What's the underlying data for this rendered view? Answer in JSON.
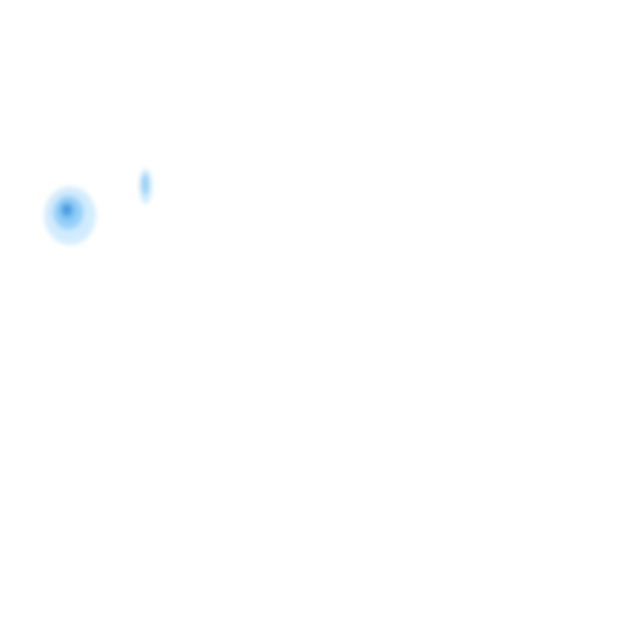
{
  "chart_data": {
    "type": "heatmap",
    "title": "",
    "xlabel": "",
    "ylabel": "",
    "grid": false,
    "legend": "none",
    "xlim": [
      0,
      10
    ],
    "ylim": [
      0,
      10
    ],
    "colors": {
      "background": "#ffffff",
      "density_low": "#cdeafd",
      "density_mid": "#7fc6f5",
      "density_high": "#3b8fd8"
    },
    "clusters": [
      {
        "center": [
          1.12,
          6.55
        ],
        "spread": [
          0.32,
          0.36
        ],
        "peak_density": 1.0
      },
      {
        "center": [
          2.33,
          7.02
        ],
        "spread": [
          0.08,
          0.22
        ],
        "peak_density": 0.45
      }
    ]
  }
}
